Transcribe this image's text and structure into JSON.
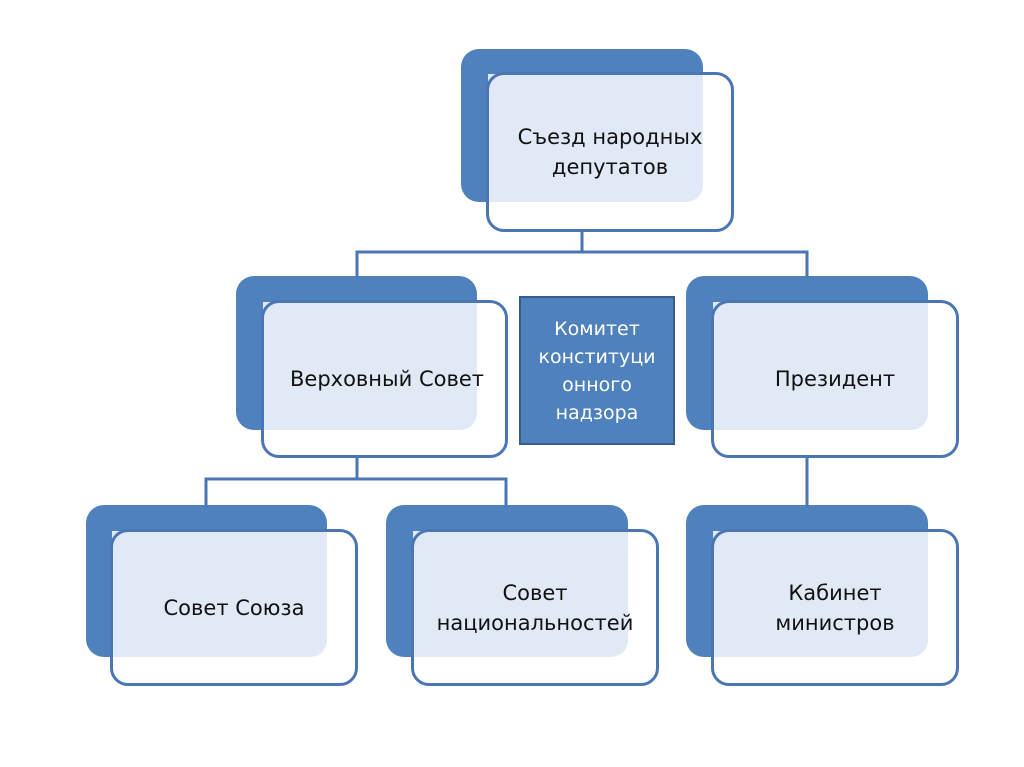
{
  "diagram": {
    "type": "org-chart",
    "colors": {
      "box_fill": "#4f81bd",
      "box_outline": "#4a76b4",
      "box_tint": "#ecf1f9",
      "committee_border": "#385d8a",
      "text_dark": "#111111",
      "text_light": "#ffffff"
    },
    "nodes": {
      "congress": {
        "label": "Съезд народных депутатов",
        "lines": [
          "Съезд народных",
          "депутатов"
        ]
      },
      "supreme_soviet": {
        "label": "Верховный Совет"
      },
      "president": {
        "label": "Президент"
      },
      "committee": {
        "label": "Комитет конституционного надзора",
        "lines": [
          "Комитет",
          "конституци",
          "онного",
          "надзора"
        ]
      },
      "soviet_union": {
        "label": "Совет Союза"
      },
      "soviet_nationalities": {
        "label": "Совет национальностей",
        "lines": [
          "Совет",
          "национальностей"
        ]
      },
      "cabinet": {
        "label": "Кабинет министров",
        "lines": [
          "Кабинет",
          "министров"
        ]
      }
    },
    "edges": [
      {
        "from": "congress",
        "to": "supreme_soviet"
      },
      {
        "from": "congress",
        "to": "president"
      },
      {
        "from": "supreme_soviet",
        "to": "soviet_union"
      },
      {
        "from": "supreme_soviet",
        "to": "soviet_nationalities"
      },
      {
        "from": "president",
        "to": "cabinet"
      }
    ]
  }
}
